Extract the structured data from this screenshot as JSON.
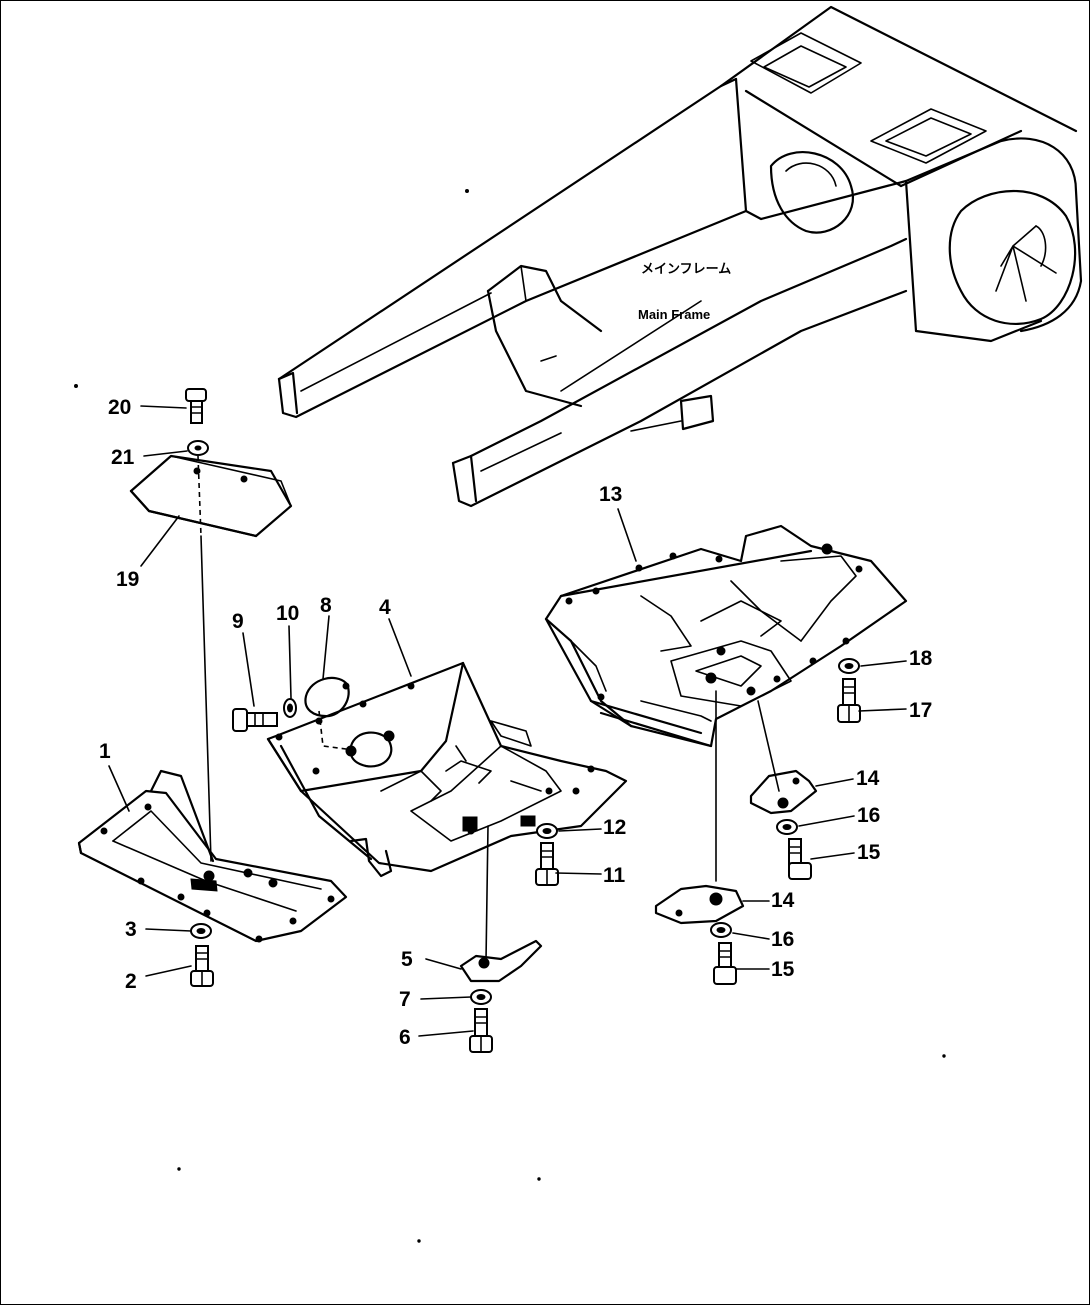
{
  "frame_label": {
    "japanese": "メインフレーム",
    "english": "Main  Frame"
  },
  "callouts": [
    {
      "id": "c1",
      "text": "1"
    },
    {
      "id": "c2",
      "text": "2"
    },
    {
      "id": "c3",
      "text": "3"
    },
    {
      "id": "c4",
      "text": "4"
    },
    {
      "id": "c5",
      "text": "5"
    },
    {
      "id": "c6",
      "text": "6"
    },
    {
      "id": "c7",
      "text": "7"
    },
    {
      "id": "c8",
      "text": "8"
    },
    {
      "id": "c9",
      "text": "9"
    },
    {
      "id": "c10",
      "text": "10"
    },
    {
      "id": "c11",
      "text": "11"
    },
    {
      "id": "c12",
      "text": "12"
    },
    {
      "id": "c13",
      "text": "13"
    },
    {
      "id": "c14a",
      "text": "14"
    },
    {
      "id": "c14b",
      "text": "14"
    },
    {
      "id": "c15a",
      "text": "15"
    },
    {
      "id": "c15b",
      "text": "15"
    },
    {
      "id": "c16a",
      "text": "16"
    },
    {
      "id": "c16b",
      "text": "16"
    },
    {
      "id": "c17",
      "text": "17"
    },
    {
      "id": "c18",
      "text": "18"
    },
    {
      "id": "c19",
      "text": "19"
    },
    {
      "id": "c20",
      "text": "20"
    },
    {
      "id": "c21",
      "text": "21"
    }
  ]
}
